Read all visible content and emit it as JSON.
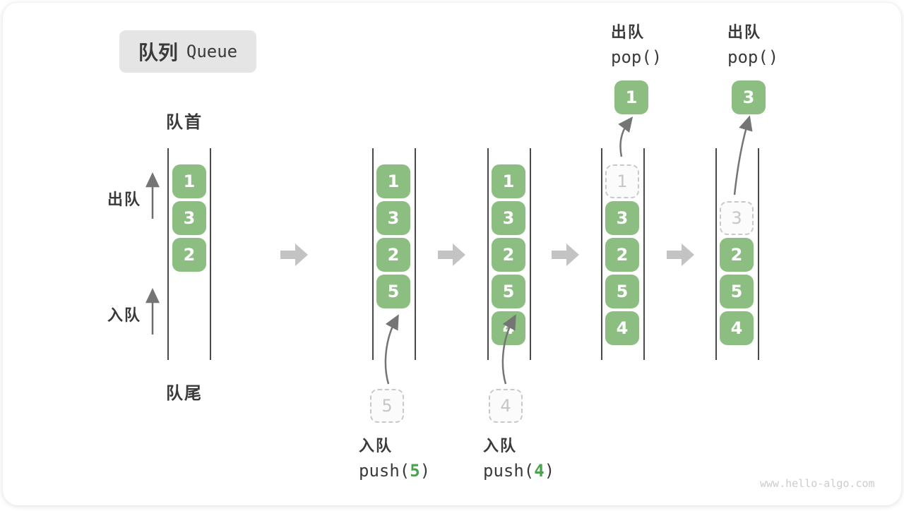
{
  "title": {
    "zh": "队列",
    "en": "Queue"
  },
  "labels": {
    "front": "队首",
    "rear": "队尾",
    "dequeue": "出队",
    "enqueue": "入队"
  },
  "queues": [
    {
      "items": [
        "1",
        "3",
        "2"
      ]
    },
    {
      "items": [
        "1",
        "3",
        "2",
        "5"
      ],
      "staging": "5"
    },
    {
      "items": [
        "1",
        "3",
        "2",
        "5",
        "4"
      ],
      "staging": "4"
    },
    {
      "ghost": "1",
      "items": [
        "3",
        "2",
        "5",
        "4"
      ],
      "popped": "1"
    },
    {
      "ghost": "3",
      "items": [
        "2",
        "5",
        "4"
      ],
      "popped": "3"
    }
  ],
  "operations": {
    "push5": {
      "label": "入队",
      "pre": "push(",
      "arg": "5",
      "post": ")"
    },
    "push4": {
      "label": "入队",
      "pre": "push(",
      "arg": "4",
      "post": ")"
    },
    "pop_a": {
      "label": "出队",
      "code": "pop()"
    },
    "pop_b": {
      "label": "出队",
      "code": "pop()"
    }
  },
  "watermark": "www.hello-algo.com",
  "colors": {
    "item_green": "#8CBE82",
    "arg_green": "#4AA14E",
    "block_arrow_gray": "#C3C3C3",
    "dashed_gray": "#C9C9C9",
    "line_dark": "#4A4A4A",
    "text_dark": "#3A3A3A",
    "title_bg": "#E5E5E5"
  }
}
